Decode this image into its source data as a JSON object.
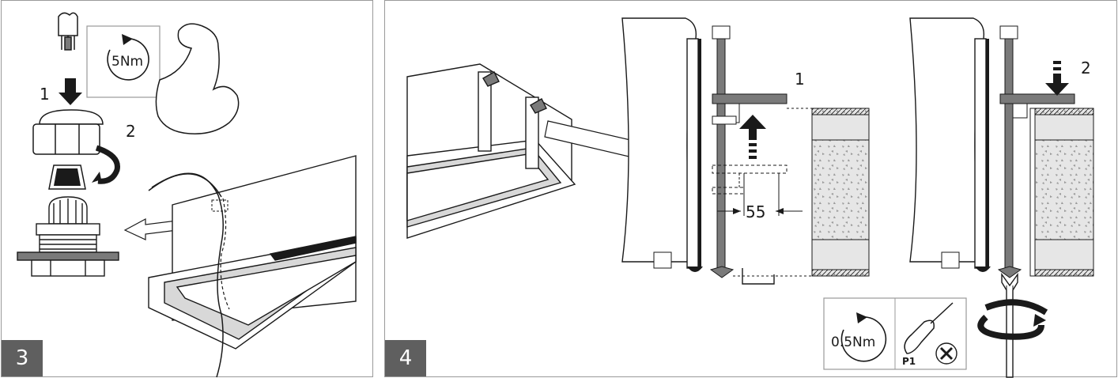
{
  "panel3": {
    "step_number": "3",
    "callout_1": "1",
    "callout_2": "2",
    "torque_label": "5Nm"
  },
  "panel4": {
    "step_number": "4",
    "callout_1": "1",
    "callout_2": "2",
    "dimension_label": "55",
    "torque_label": "0.5Nm",
    "tool_label": "P1"
  },
  "colors": {
    "badge": "#5f5f5f",
    "line": "#1a1a1a",
    "gray_fill": "#7a7a7a",
    "light_fill": "#d8d8d8"
  },
  "icons": [
    "cable-icon",
    "torque-icon",
    "muscle-arm-icon",
    "screwdriver-icon",
    "phillips-icon",
    "rotate-icon"
  ]
}
